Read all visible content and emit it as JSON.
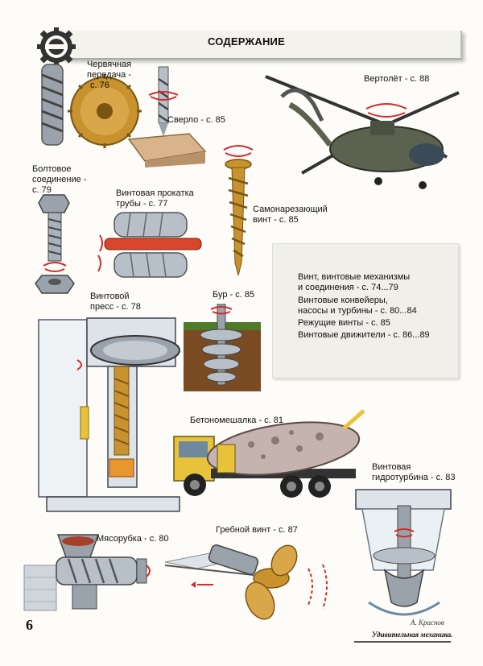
{
  "header": {
    "title": "СОДЕРЖАНИЕ",
    "logo_icon": "gear-logo-icon"
  },
  "labels": {
    "worm_gear_1": "Червячная",
    "worm_gear_2": "передача -",
    "worm_gear_3": "с. 76",
    "drill": "Сверло - с. 85",
    "helicopter": "Вертолёт - с. 88",
    "bolt_1": "Болтовое",
    "bolt_2": "соединение -",
    "bolt_3": "с. 79",
    "rolling_1": "Винтовая прокатка",
    "rolling_2": "трубы - с. 77",
    "screw_1": "Самонарезающий",
    "screw_2": "винт - с. 85",
    "press_1": "Винтовой",
    "press_2": "пресс - с. 78",
    "auger": "Бур - с. 85",
    "mixer": "Бетономешалка - с. 81",
    "turbine_1": "Винтовая",
    "turbine_2": "гидротурбина - с. 83",
    "grinder": "Мясорубка - с. 80",
    "propeller": "Гребной винт - с. 87"
  },
  "toc": {
    "item1_line1": "Винт, винтовые механизмы",
    "item1_line2": "и соединения - с. 74...79",
    "item2_line1": "Винтовые конвейеры,",
    "item2_line2": "насосы и турбины - с. 80...84",
    "item3": "Режущие винты - с. 85",
    "item4": "Винтовые движители - с. 86...89"
  },
  "footer": {
    "page_number": "6",
    "book_title": "Удивительная механика.",
    "signature": "А. Краснов"
  },
  "colors": {
    "accent_red": "#d42a2a",
    "metal": "#9aa3ab",
    "bronze": "#c8922e",
    "truck_yellow": "#e8c33a"
  }
}
